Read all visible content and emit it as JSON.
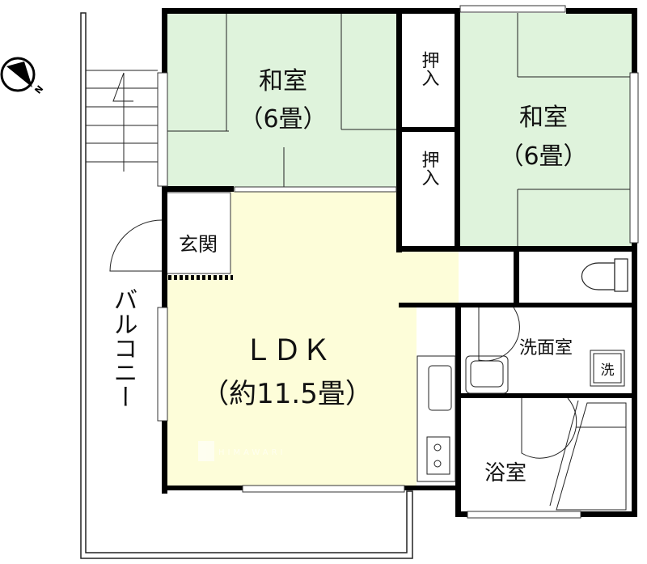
{
  "colors": {
    "tatami": "#dff3dc",
    "ldk": "#fdfdd9",
    "wall": "#000000",
    "white": "#ffffff"
  },
  "rooms": {
    "washitsu_left": {
      "name": "和室",
      "size": "（6畳）"
    },
    "washitsu_right": {
      "name": "和室",
      "size": "（6畳）"
    },
    "closet_upper": {
      "name": "押入"
    },
    "closet_lower": {
      "name": "押入"
    },
    "entrance": {
      "name": "玄関"
    },
    "ldk": {
      "name": "ＬＤＫ",
      "size": "（約11.5畳）"
    },
    "washroom": {
      "name": "洗面室",
      "washer_label": "洗"
    },
    "bathroom": {
      "name": "浴室"
    },
    "balcony": {
      "name": "バルコニー"
    }
  },
  "compass": {
    "label": "N",
    "icon": "north-arrow-icon"
  },
  "watermark": {
    "logo_text": "HIMAWARI"
  }
}
